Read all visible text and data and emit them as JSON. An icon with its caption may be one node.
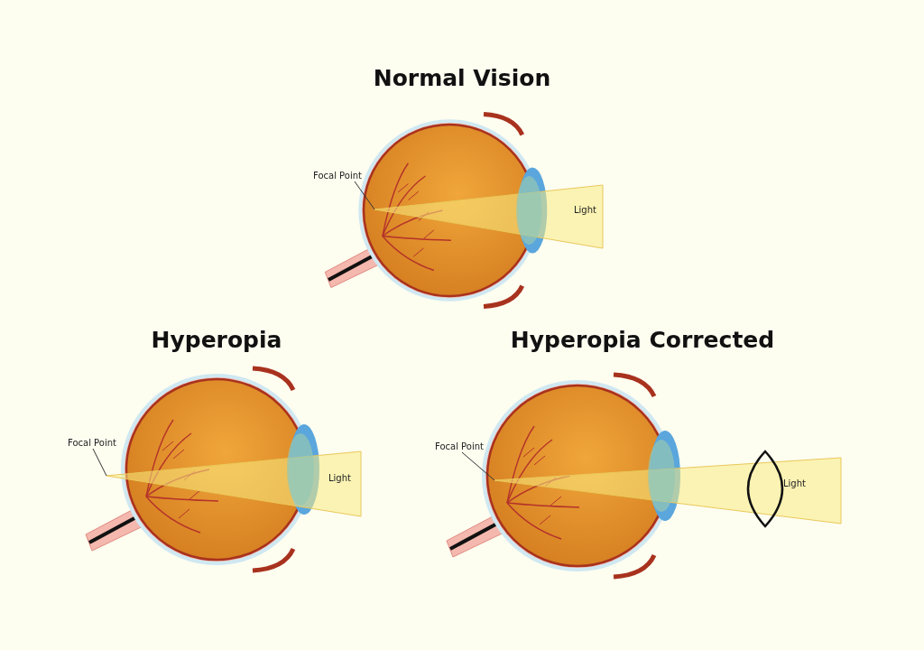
{
  "diagram": {
    "nodes": [
      {
        "text": [
          "Focal Point"
        ]
      },
      {
        "text": [
          "Focal Point"
        ]
      },
      {
        "text": [
          "Focal Point"
        ]
      }
    ],
    "edges": [
      {
        "from": 0,
        "to": null,
        "arrow": "none"
      },
      {
        "from": 1,
        "to": null,
        "arrow": "none"
      },
      {
        "from": 2,
        "to": null,
        "arrow": "none"
      }
    ],
    "labels": [
      "Normal Vision",
      "Light",
      "Hyperopia",
      "Light",
      "Hyperopia Corrected",
      "Light"
    ]
  }
}
